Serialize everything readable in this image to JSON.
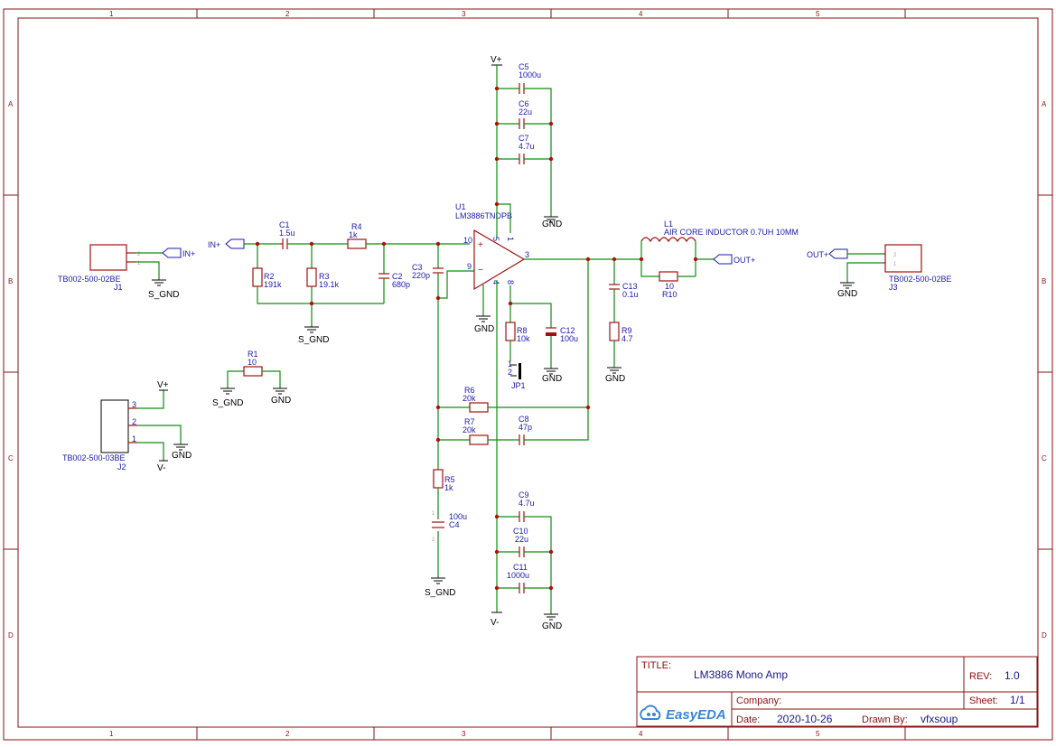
{
  "zones": {
    "columns": [
      "1",
      "2",
      "3",
      "4",
      "5"
    ],
    "rows": [
      "A",
      "B",
      "C",
      "D"
    ]
  },
  "title_block": {
    "title_caption": "TITLE:",
    "title": "LM3886 Mono Amp",
    "rev_caption": "REV:",
    "rev": "1.0",
    "company_caption": "Company:",
    "company": "",
    "sheet_caption": "Sheet:",
    "sheet": "1/1",
    "date_caption": "Date:",
    "date": "2020-10-26",
    "drawn_caption": "Drawn By:",
    "drawn_by": "vfxsoup",
    "logo_text": "EasyEDA"
  },
  "components": {
    "J1": {
      "ref": "J1",
      "part": "TB002-500-02BE",
      "pin1": "1",
      "pin2": "2"
    },
    "J2": {
      "ref": "J2",
      "part": "TB002-500-03BE",
      "pin1": "1",
      "pin2": "2",
      "pin3": "3"
    },
    "J3": {
      "ref": "J3",
      "part": "TB002-500-02BE",
      "pin1": "1",
      "pin2": "2"
    },
    "C1": {
      "ref": "C1",
      "value": "1.5u"
    },
    "R4": {
      "ref": "R4",
      "value": "1k"
    },
    "R2": {
      "ref": "R2",
      "value": "191k"
    },
    "R3": {
      "ref": "R3",
      "value": "19.1k"
    },
    "C2": {
      "ref": "C2",
      "value": "680p"
    },
    "C3": {
      "ref": "C3",
      "value": "220p"
    },
    "R1": {
      "ref": "R1",
      "value": "10"
    },
    "U1": {
      "ref": "U1",
      "part": "LM3886TNDPB",
      "pin_inp": "10",
      "pin_inn": "9",
      "pin_out": "3",
      "pin_vp": "5",
      "pin_a": "1",
      "pin_b": "4",
      "pin_vm": "8"
    },
    "C5": {
      "ref": "C5",
      "value": "1000u"
    },
    "C6": {
      "ref": "C6",
      "value": "22u"
    },
    "C7": {
      "ref": "C7",
      "value": "4.7u"
    },
    "R8": {
      "ref": "R8",
      "value": "10k"
    },
    "C12": {
      "ref": "C12",
      "value": "100u"
    },
    "JP1": {
      "ref": "JP1",
      "pin1": "1",
      "pin2": "2"
    },
    "R6": {
      "ref": "R6",
      "value": "20k"
    },
    "R7": {
      "ref": "R7",
      "value": "20k"
    },
    "C8": {
      "ref": "C8",
      "value": "47p"
    },
    "R5": {
      "ref": "R5",
      "value": "1k"
    },
    "C4": {
      "ref": "C4",
      "value": "100u"
    },
    "C9": {
      "ref": "C9",
      "value": "4.7u"
    },
    "C10": {
      "ref": "C10",
      "value": "22u"
    },
    "C11": {
      "ref": "C11",
      "value": "1000u"
    },
    "L1": {
      "ref": "L1",
      "value": "AIR CORE INDUCTOR 0.7UH 10MM"
    },
    "R10": {
      "ref": "R10",
      "value": "10"
    },
    "C13": {
      "ref": "C13",
      "value": "0.1u"
    },
    "R9": {
      "ref": "R9",
      "value": "4.7"
    }
  },
  "nets": {
    "in_plus": "IN+",
    "out_plus": "OUT+",
    "vplus": "V+",
    "vminus": "V-",
    "gnd": "GND",
    "s_gnd": "S_GND"
  }
}
